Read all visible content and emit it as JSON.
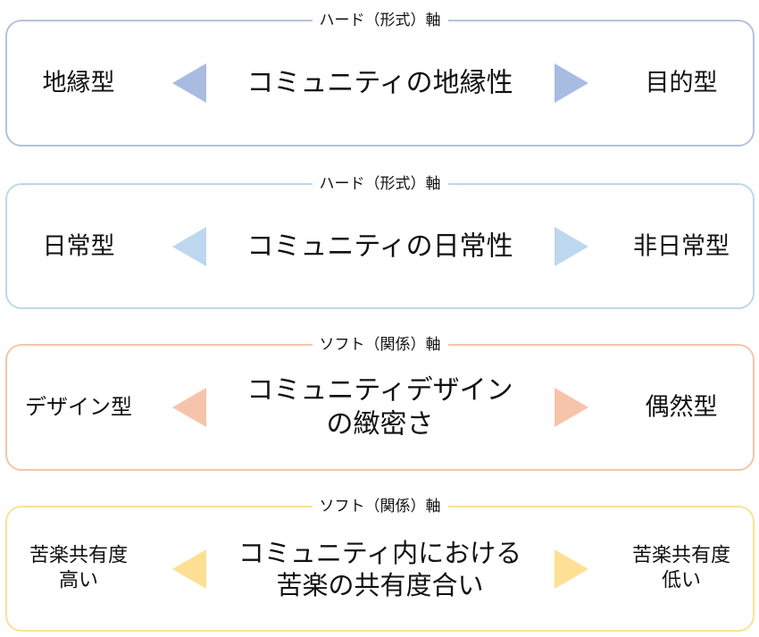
{
  "panels": [
    {
      "axis_label": "ハード（形式）軸",
      "left": [
        "地縁型"
      ],
      "center": [
        "コミュニティの地縁性"
      ],
      "right": [
        "目的型"
      ],
      "border_color": "#b3c3de",
      "arrow_color": "#a8bbe0"
    },
    {
      "axis_label": "ハード（形式）軸",
      "left": [
        "日常型"
      ],
      "center": [
        "コミュニティの日常性"
      ],
      "right": [
        "非日常型"
      ],
      "border_color": "#bdd8ec",
      "arrow_color": "#bdd7ee"
    },
    {
      "axis_label": "ソフト（関係）軸",
      "left": [
        "デザイン型"
      ],
      "center": [
        "コミュニティデザイン",
        "の緻密さ"
      ],
      "right": [
        "偶然型"
      ],
      "border_color": "#f6c5a8",
      "arrow_color": "#f6c4aa"
    },
    {
      "axis_label": "ソフト（関係）軸",
      "left": [
        "苦楽共有度",
        "高い"
      ],
      "center": [
        "コミュニティ内における",
        "苦楽の共有度合い"
      ],
      "right": [
        "苦楽共有度",
        "低い"
      ],
      "border_color": "#fbe196",
      "arrow_color": "#fde093"
    }
  ]
}
